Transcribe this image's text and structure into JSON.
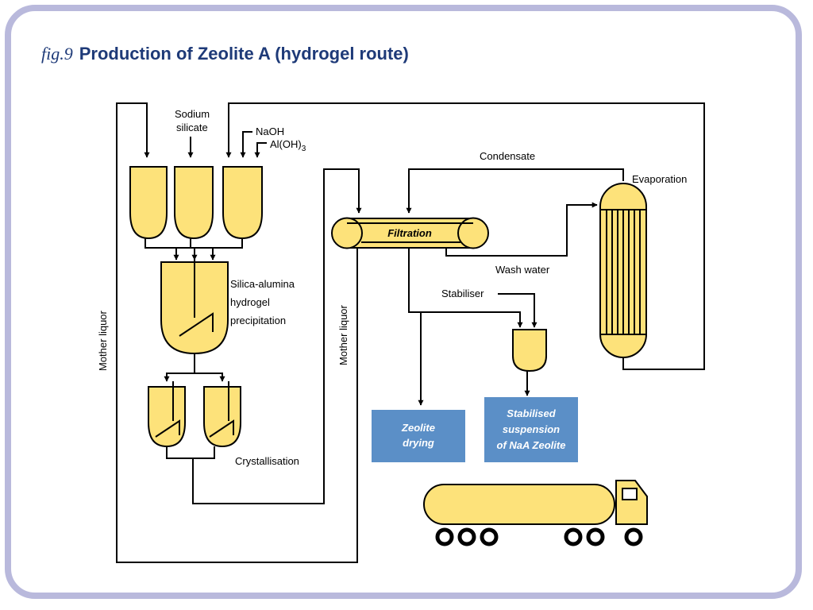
{
  "figure": {
    "number": "fig.9",
    "title": "Production of Zeolite A (hydrogel route)"
  },
  "labels": {
    "sodium_silicate_1": "Sodium",
    "sodium_silicate_2": "silicate",
    "naoh": "NaOH",
    "aloh3_base": "Al(OH)",
    "aloh3_sub": "3",
    "condensate": "Condensate",
    "evaporation": "Evaporation",
    "filtration": "Filtration",
    "wash_water": "Wash water",
    "stabiliser": "Stabiliser",
    "precip_1": "Silica-alumina",
    "precip_2": "hydrogel",
    "precip_3": "precipitation",
    "crystallisation": "Crystallisation",
    "mother_liquor_left": "Mother liquor",
    "mother_liquor_mid": "Mother liquor"
  },
  "outputs": {
    "drying_1": "Zeolite",
    "drying_2": "drying",
    "stab_1": "Stabilised",
    "stab_2": "suspension",
    "stab_3": "of NaA Zeolite"
  },
  "colors": {
    "vessel": "#fde27a",
    "box": "#5b8fc7",
    "frame": "#b9b9dc",
    "title": "#1e3a78"
  }
}
